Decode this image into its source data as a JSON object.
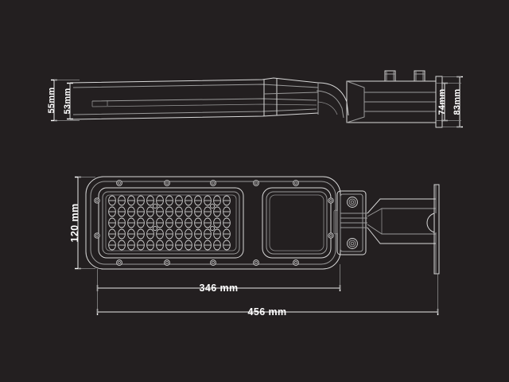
{
  "drawing": {
    "title": "LED street light dimensional drawing",
    "background_color": "#231f20",
    "line_color": "#d8d8d8",
    "text_color": "#ffffff",
    "views": [
      {
        "name": "side-elevation-view",
        "label": ""
      },
      {
        "name": "top-plan-view",
        "label": ""
      }
    ]
  },
  "dimensions": {
    "side_height_outer": "55mm",
    "side_height_inner": "53mm",
    "bracket_height_inner": "74mm",
    "bracket_height_outer": "83mm",
    "body_width": "120 mm",
    "body_length": "346 mm",
    "overall_length": "456 mm"
  },
  "annotations": {
    "led_array_rows": 5,
    "led_array_cols": 13,
    "mount_bolts": 2
  }
}
